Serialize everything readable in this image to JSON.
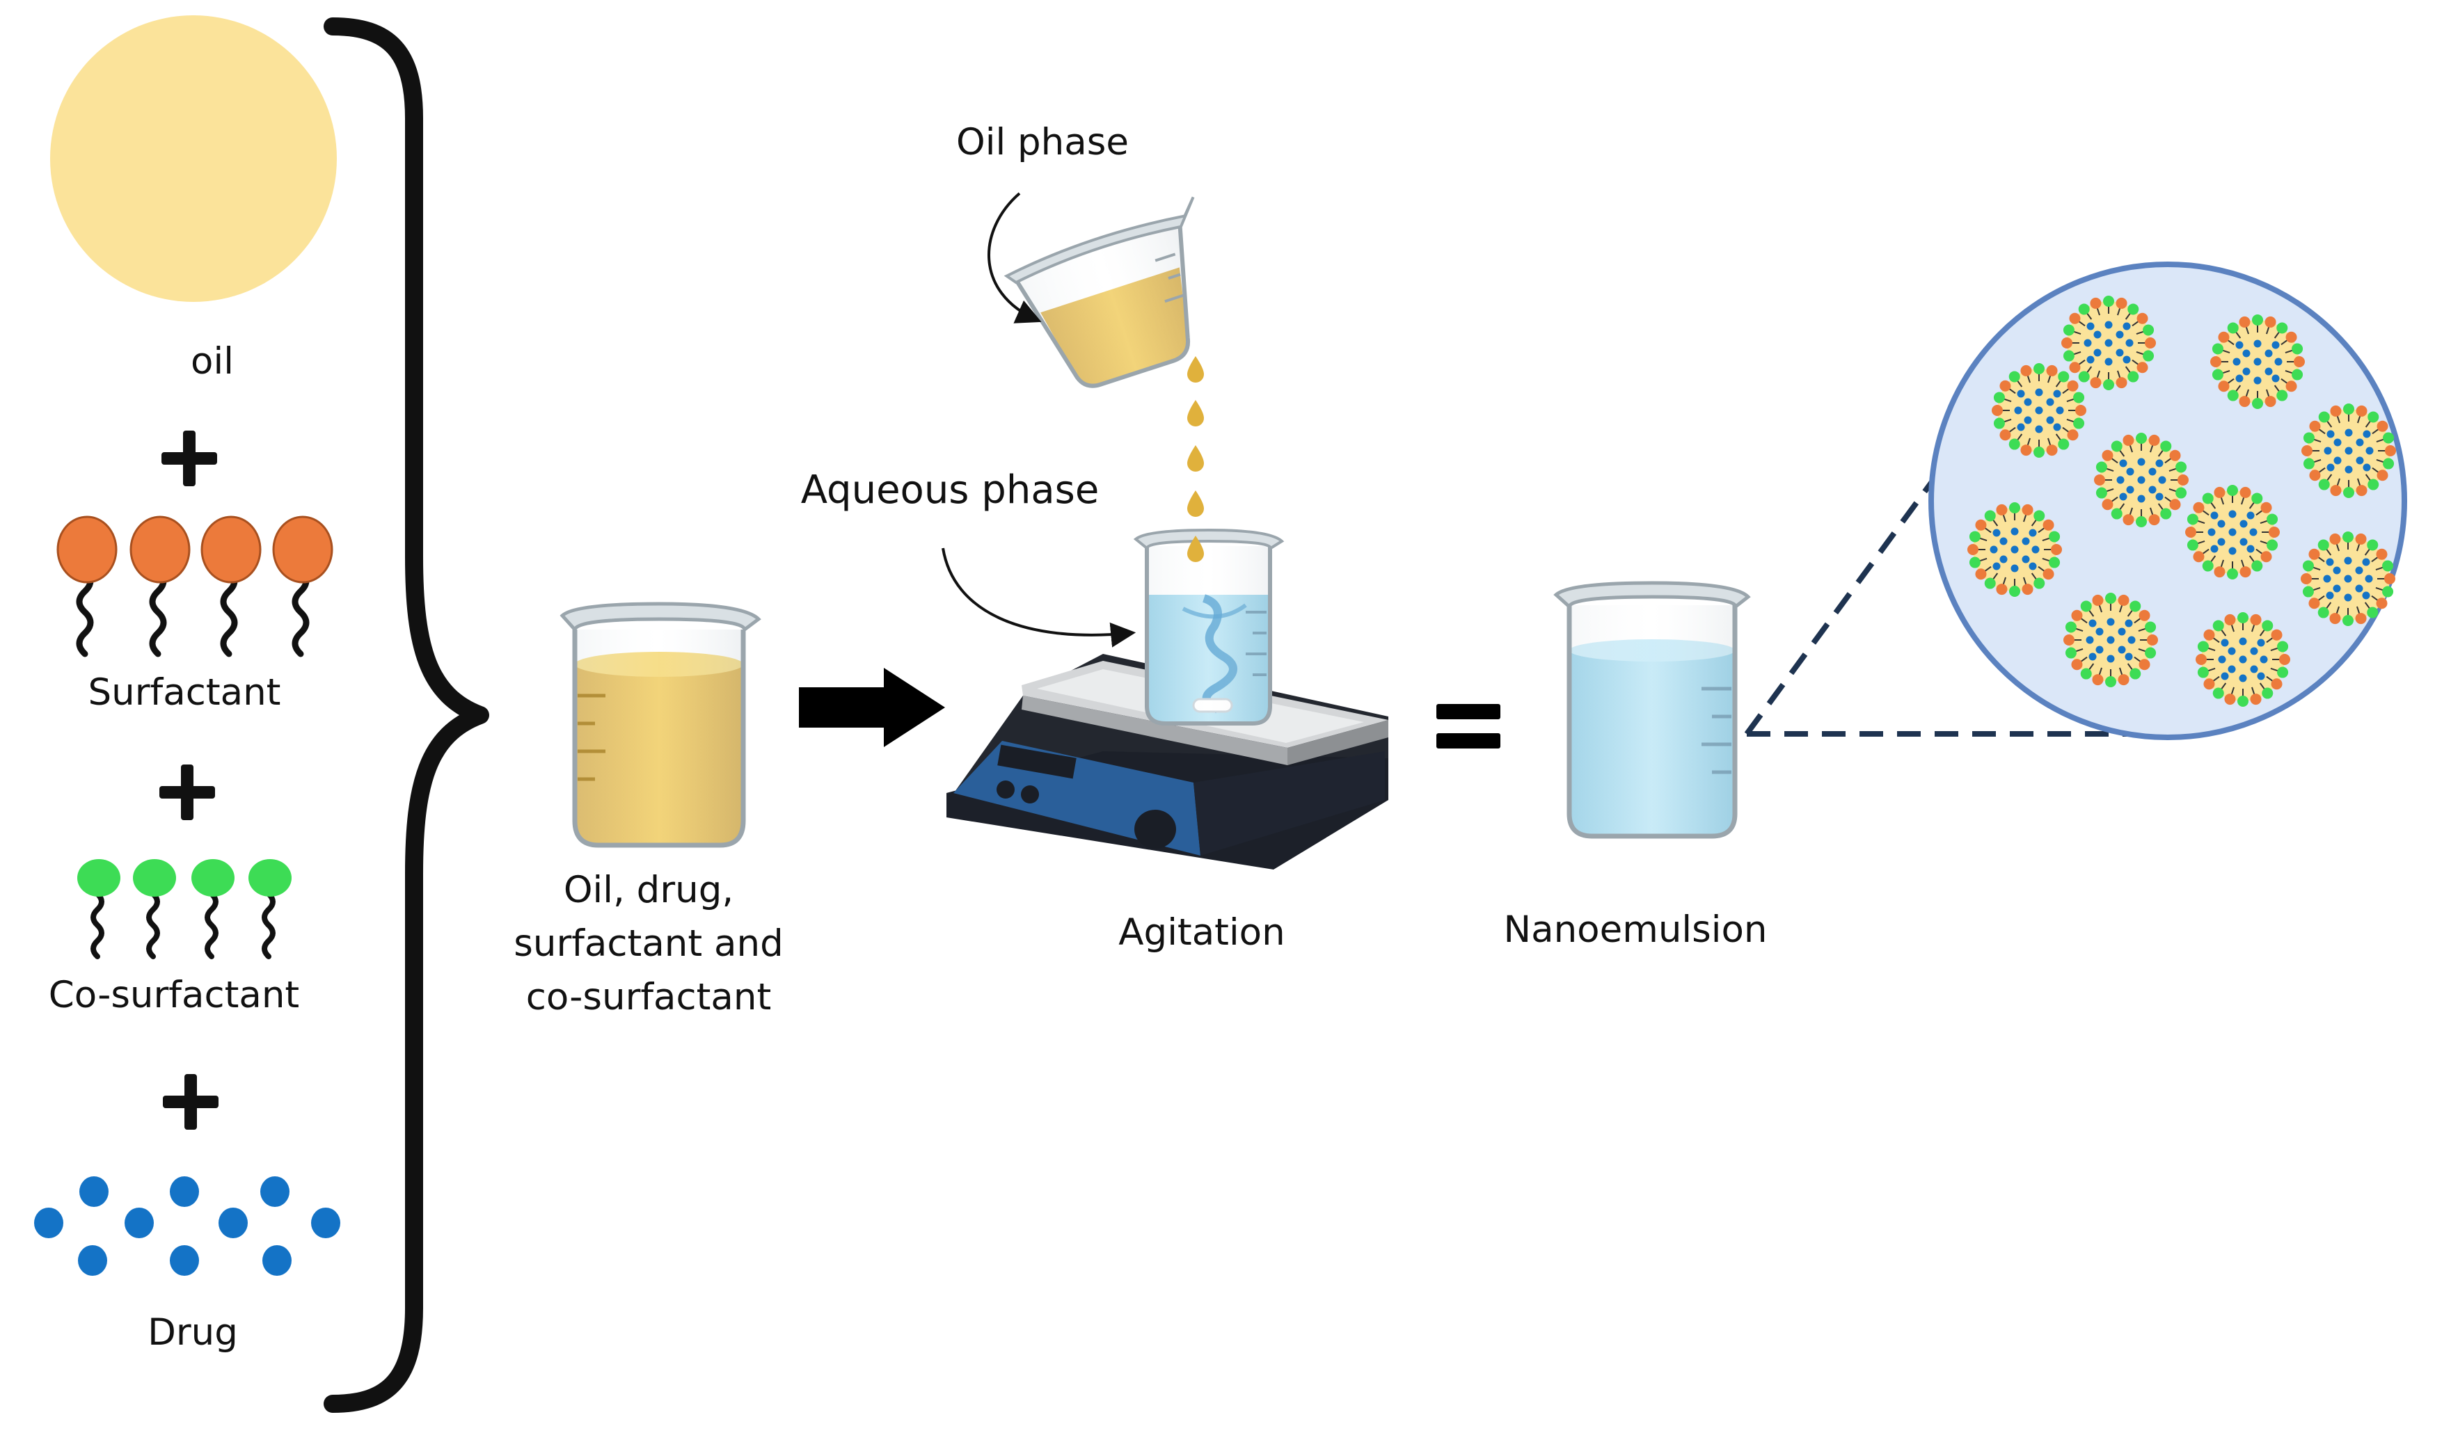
{
  "ingredients": {
    "oil_label": "oil",
    "surfactant_label": "Surfactant",
    "cosurfactant_label": "Co-surfactant",
    "drug_label": "Drug",
    "plus_symbol": "+"
  },
  "mixture": {
    "label_lines": [
      "Oil, drug,",
      "surfactant and",
      "co-surfactant"
    ]
  },
  "process": {
    "oil_phase_label": "Oil phase",
    "aqueous_phase_label": "Aqueous phase",
    "agitation_label": "Agitation"
  },
  "result": {
    "equals_symbol": "=",
    "nanoemulsion_label": "Nanoemulsion"
  },
  "colors": {
    "oil": "#fbe39a",
    "surfactant_head": "#ec7a3b",
    "cosurfactant_head": "#3ddc55",
    "drug": "#1473c6",
    "oil_liquid": "#e8c34e",
    "water": "#a9dcf0",
    "zoom_fill": "#dbe7f8",
    "zoom_border": "#5b82c0",
    "dashed": "#1e3350",
    "stirrer_body": "#2a5f9a",
    "stirrer_dark": "#1f2430"
  },
  "icons": [
    "brace-icon",
    "arrow-right-icon",
    "stirrer-icon",
    "beaker-icon",
    "pouring-cup-icon",
    "zoom-circle-icon"
  ]
}
